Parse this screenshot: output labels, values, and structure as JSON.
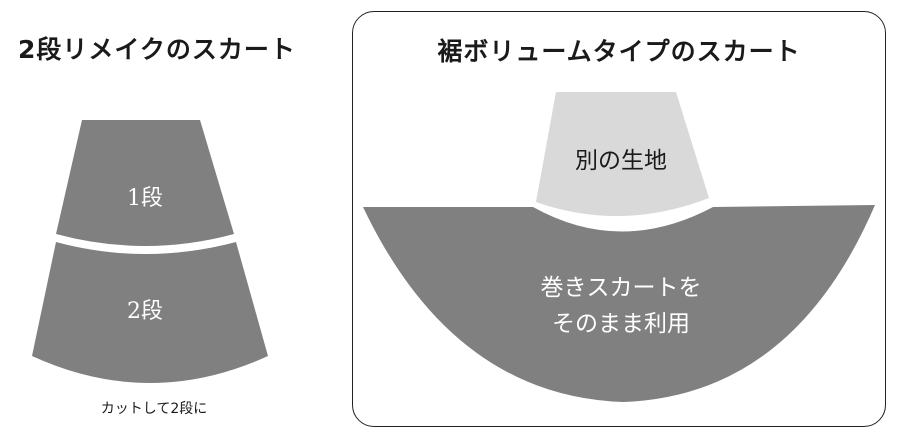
{
  "left": {
    "title": "2段リメイクのスカート",
    "tier1_label": "1段",
    "tier2_label": "2段",
    "caption": "カットして2段に"
  },
  "right": {
    "title": "裾ボリュームタイプのスカート",
    "top_label": "別の生地",
    "bottom_label_line1": "巻きスカートを",
    "bottom_label_line2": "そのまま利用"
  },
  "colors": {
    "dark_fabric": "#808080",
    "light_fabric": "#d9d9d9",
    "outline": "#222222",
    "text": "#1a1a1a"
  }
}
